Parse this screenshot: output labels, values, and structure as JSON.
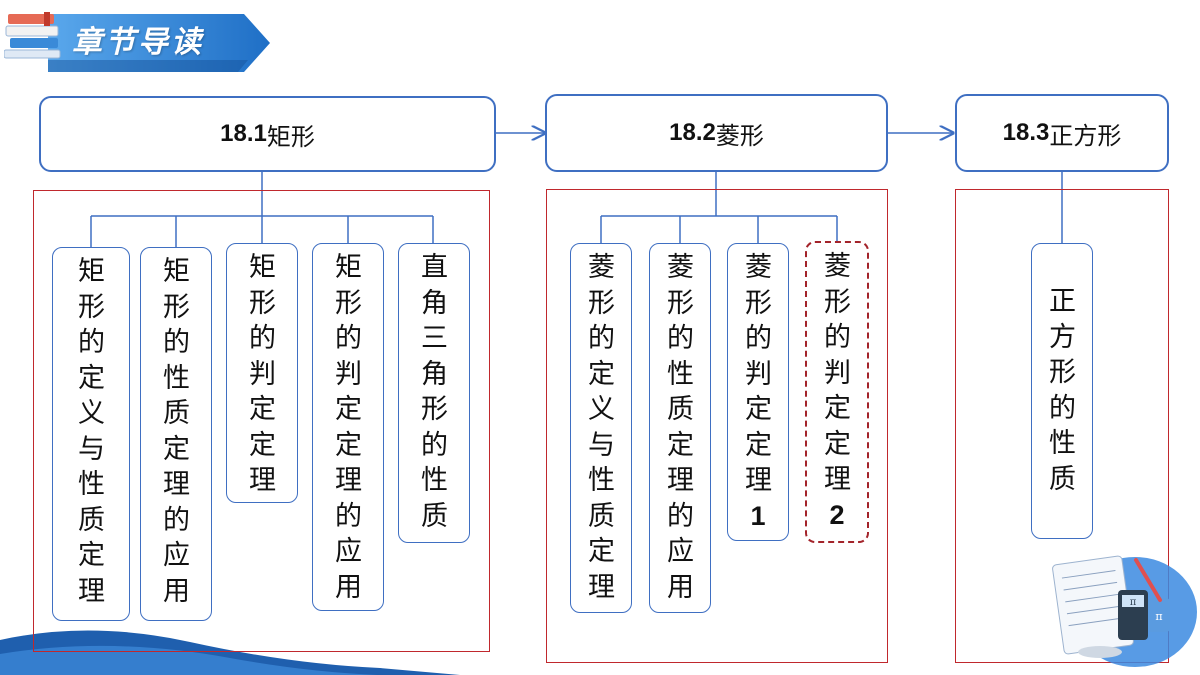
{
  "header": {
    "title": "章节导读"
  },
  "sections": [
    {
      "num": "18.1",
      "name": "矩形"
    },
    {
      "num": "18.2",
      "name": "菱形"
    },
    {
      "num": "18.3",
      "name": "正方形"
    }
  ],
  "items": {
    "rect_definition": "矩形的定义与性质定理",
    "rect_property_application": "矩形的性质定理的应用",
    "rect_criterion": "矩形的判定定理",
    "rect_criterion_application": "矩形的判定定理的应用",
    "right_triangle_property": "直角三角形的性质",
    "rhombus_definition": "菱形的定义与性质定理",
    "rhombus_property_application": "菱形的性质定理的应用",
    "rhombus_criterion_1": "菱形的判定定理1",
    "rhombus_criterion_2": "菱形的判定定理2",
    "square_property": "正方形的性质"
  },
  "colors": {
    "box_border": "#3f6fc2",
    "group_border": "#c0282d",
    "banner": "#2f7fd1"
  }
}
